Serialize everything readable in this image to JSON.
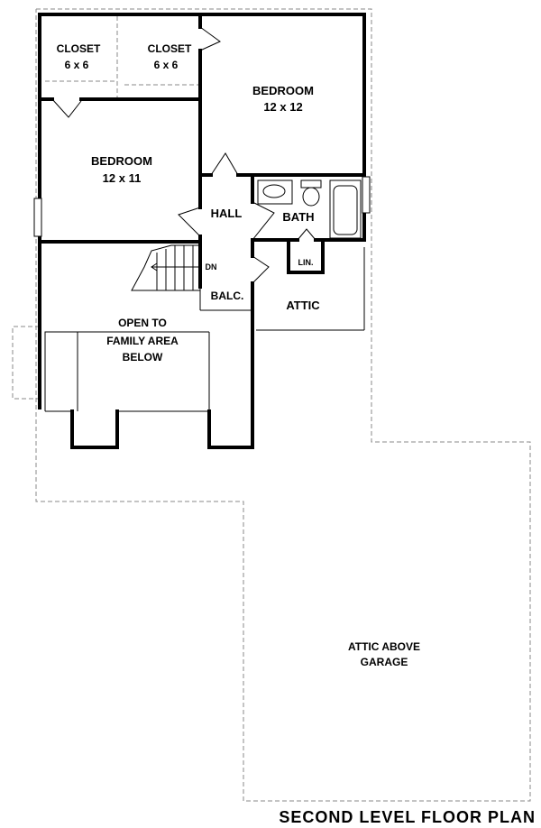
{
  "rooms": {
    "closet_left": {
      "name": "CLOSET",
      "size": "6 x 6"
    },
    "closet_right": {
      "name": "CLOSET",
      "size": "6 x 6"
    },
    "bedroom_upper": {
      "name": "BEDROOM",
      "size": "12 x 12"
    },
    "bedroom_left": {
      "name": "BEDROOM",
      "size": "12 x 11"
    },
    "hall": {
      "name": "HALL"
    },
    "bath": {
      "name": "BATH"
    },
    "linen": {
      "name": "LIN."
    },
    "stair": {
      "direction": "DN"
    },
    "balcony": {
      "name": "BALC."
    },
    "attic": {
      "name": "ATTIC"
    },
    "open_area": {
      "lines": [
        "OPEN TO",
        "FAMILY AREA",
        "BELOW"
      ]
    },
    "attic_garage": {
      "lines": [
        "ATTIC ABOVE",
        "GARAGE"
      ]
    }
  },
  "plan_title": "SECOND LEVEL FLOOR PLAN"
}
